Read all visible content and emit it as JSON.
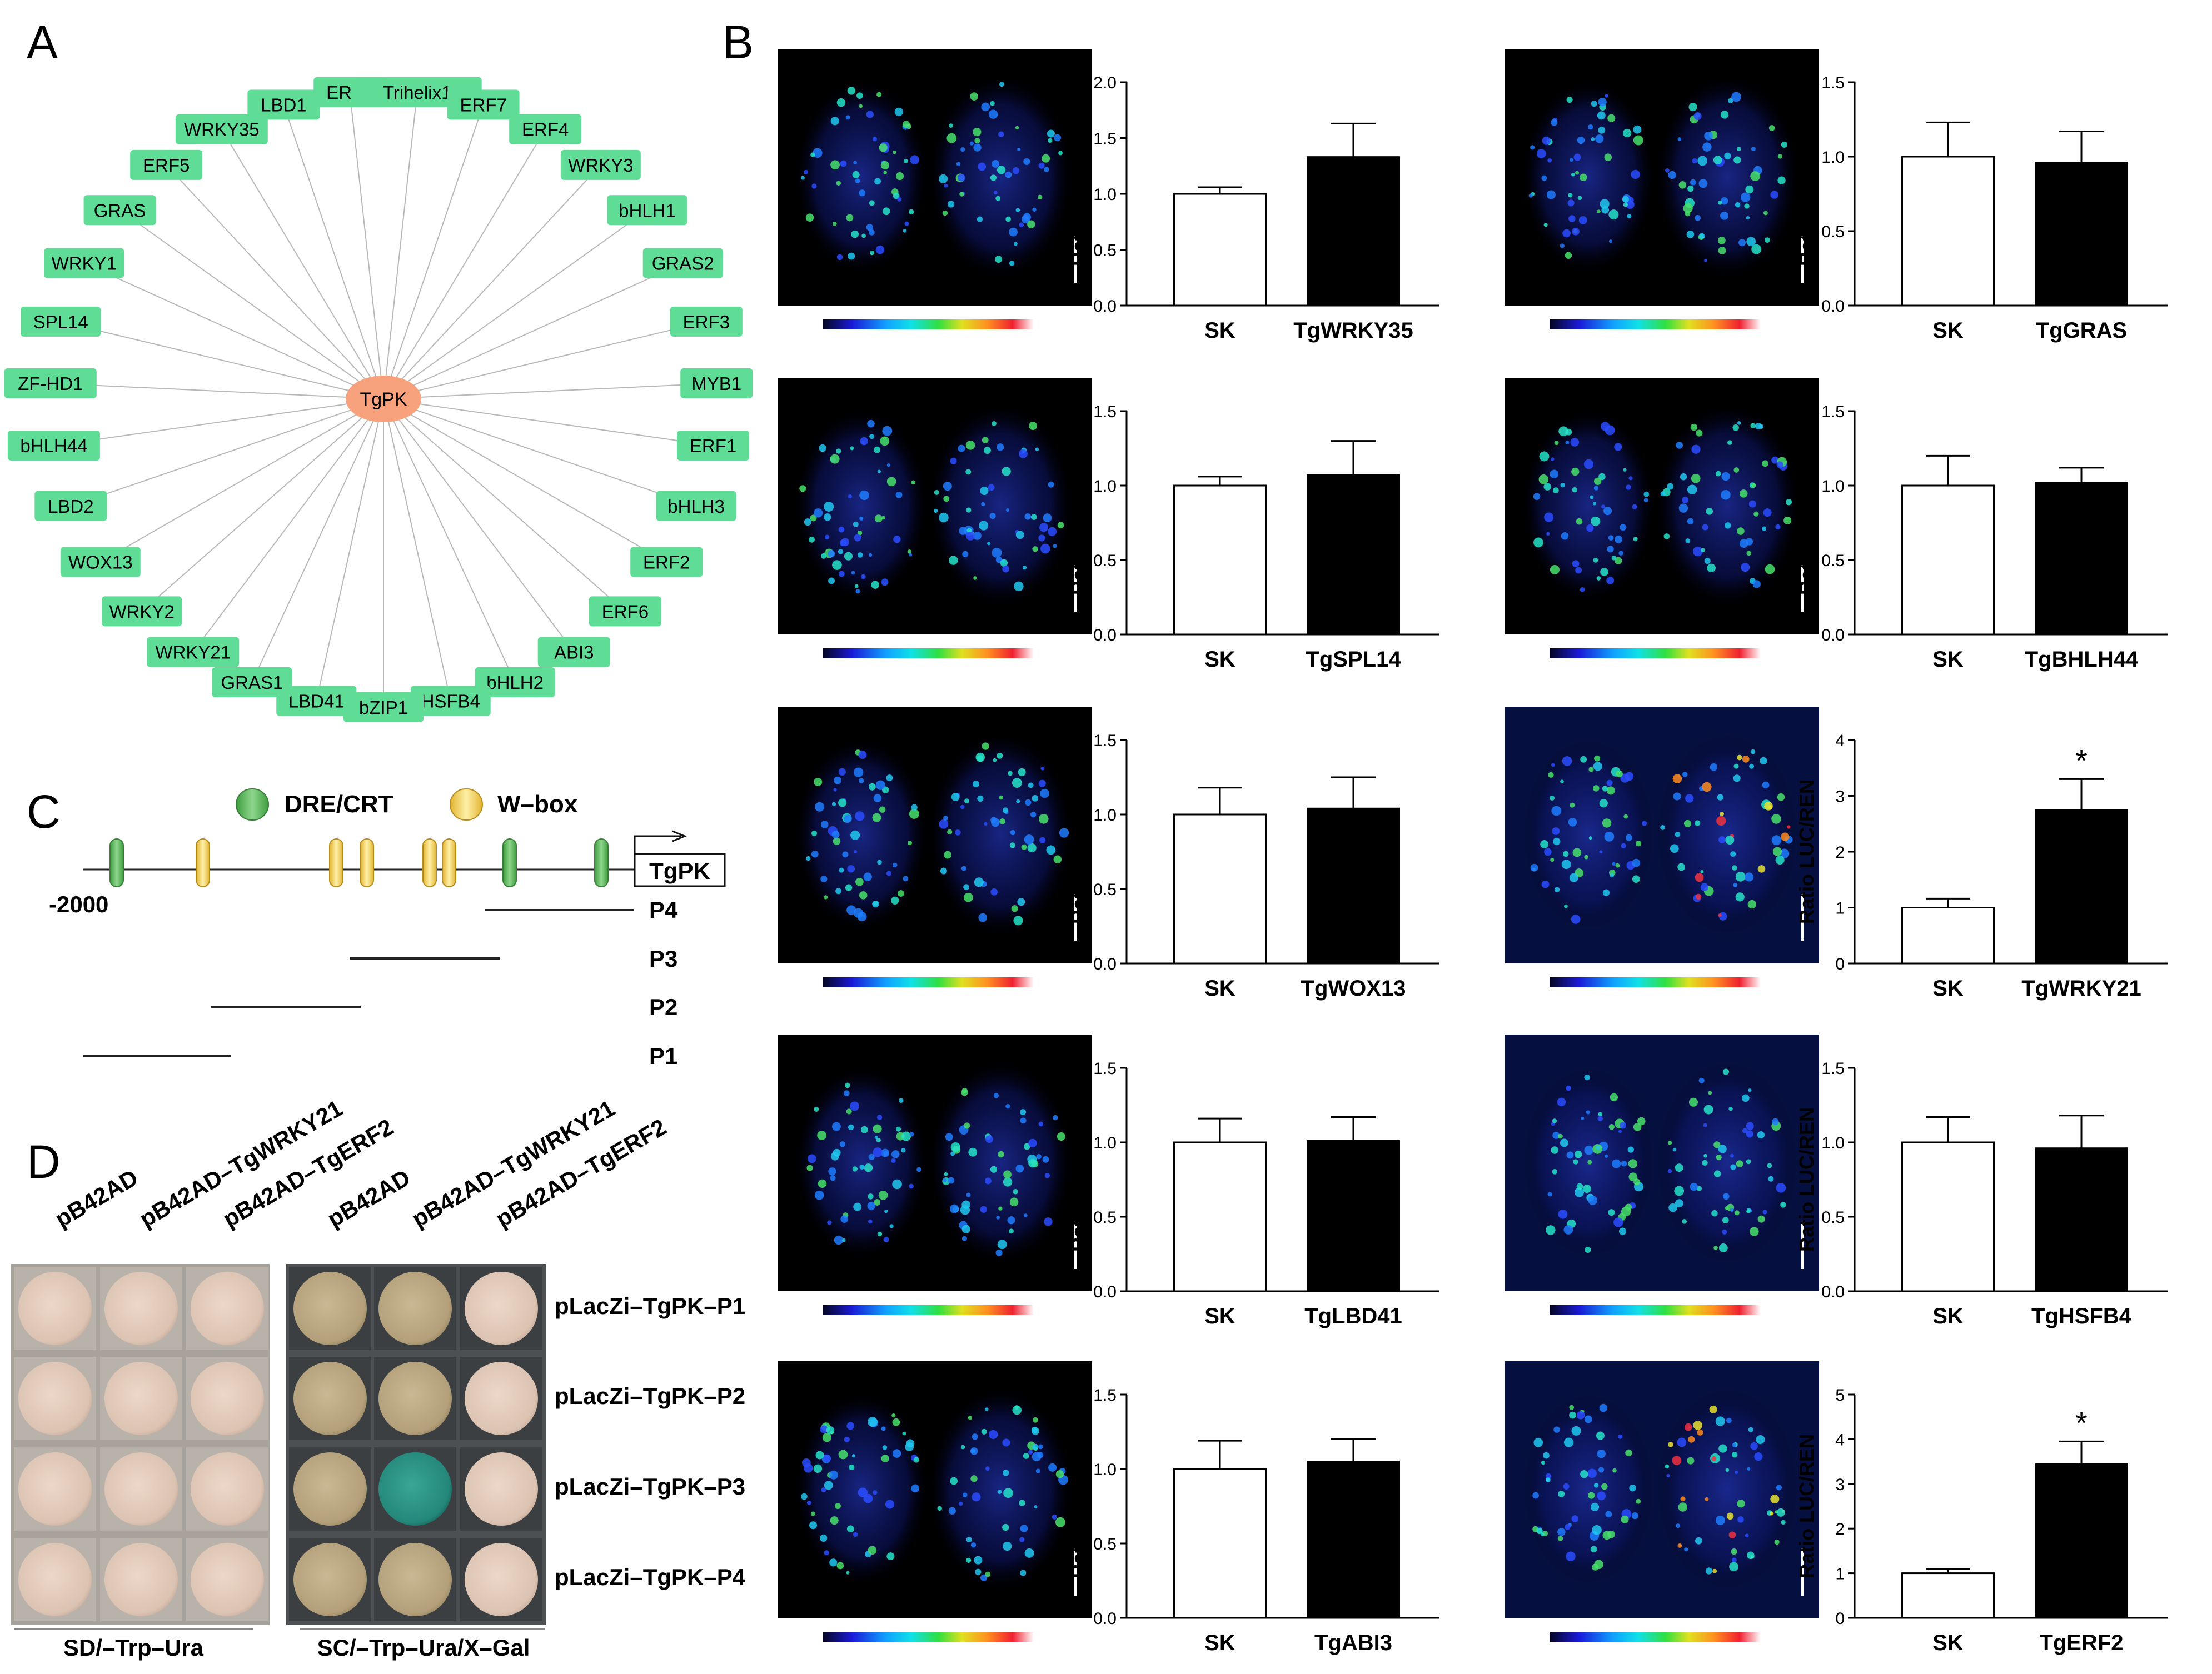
{
  "panel_letters": {
    "a": "A",
    "b": "B",
    "c": "C",
    "d": "D"
  },
  "panel_a": {
    "center": "TgPK",
    "nodes": [
      "LBD1",
      "ERF8",
      "Trihelix1",
      "ERF7",
      "ERF4",
      "WRKY3",
      "bHLH1",
      "GRAS2",
      "ERF3",
      "MYB1",
      "ERF1",
      "bHLH3",
      "ERF2",
      "ERF6",
      "ABI3",
      "bHLH2",
      "HSFB4",
      "bZIP1",
      "LBD41",
      "GRAS1",
      "WRKY21",
      "WRKY2",
      "WOX13",
      "LBD2",
      "bHLH44",
      "ZF-HD1",
      "SPL14",
      "WRKY1",
      "GRAS",
      "ERF5",
      "WRKY35"
    ],
    "colors": {
      "node": "#5fdc96",
      "center": "#f7a27c",
      "edge": "#b8b8b8"
    }
  },
  "panel_c": {
    "legend": {
      "dre": "DRE/CRT",
      "wbox": "W–box"
    },
    "gene": "TgPK",
    "position_label": "-2000",
    "fragments": [
      "P4",
      "P3",
      "P2",
      "P1"
    ],
    "colors": {
      "dre": "#5cb55c",
      "wbox": "#f3d35a"
    }
  },
  "panel_d": {
    "column_labels": [
      "pB42AD",
      "pB42AD–TgWRKY21",
      "pB42AD–TgERF2",
      "pB42AD",
      "pB42AD–TgWRKY21",
      "pB42AD–TgERF2"
    ],
    "row_labels": [
      "pLacZi–TgPK–P1",
      "pLacZi–TgPK–P2",
      "pLacZi–TgPK–P3",
      "pLacZi–TgPK–P4"
    ],
    "group_labels": [
      "SD/–Trp–Ura",
      "SC/–Trp–Ura/X–Gal"
    ],
    "colors": {
      "sd_bg": "#a8a29c",
      "sc_bg": "#4c5053",
      "blue_colony": "#2e8f82"
    }
  },
  "chart_data": [
    {
      "type": "bar",
      "categories": [
        "SK",
        "TgWRKY35"
      ],
      "values": [
        1.0,
        1.33
      ],
      "errors": [
        0.06,
        0.3
      ],
      "ylabel": "Ratio LUC/REN",
      "ylim": [
        0,
        2.0
      ],
      "yticks": [
        "0.0",
        "0.5",
        "1.0",
        "1.5",
        "2.0"
      ],
      "significance": [
        "",
        ""
      ]
    },
    {
      "type": "bar",
      "categories": [
        "SK",
        "TgGRAS"
      ],
      "values": [
        1.0,
        0.96
      ],
      "errors": [
        0.23,
        0.21
      ],
      "ylabel": "Ratio LUC/REN",
      "ylim": [
        0,
        1.5
      ],
      "yticks": [
        "0.0",
        "0.5",
        "1.0",
        "1.5"
      ],
      "significance": [
        "",
        ""
      ]
    },
    {
      "type": "bar",
      "categories": [
        "SK",
        "TgSPL14"
      ],
      "values": [
        1.0,
        1.07
      ],
      "errors": [
        0.06,
        0.23
      ],
      "ylabel": "Ratio LUC/REN",
      "ylim": [
        0,
        1.5
      ],
      "yticks": [
        "0.0",
        "0.5",
        "1.0",
        "1.5"
      ],
      "significance": [
        "",
        ""
      ]
    },
    {
      "type": "bar",
      "categories": [
        "SK",
        "TgBHLH44"
      ],
      "values": [
        1.0,
        1.02
      ],
      "errors": [
        0.2,
        0.1
      ],
      "ylabel": "Ratio LUC/REN",
      "ylim": [
        0,
        1.5
      ],
      "yticks": [
        "0.0",
        "0.5",
        "1.0",
        "1.5"
      ],
      "significance": [
        "",
        ""
      ]
    },
    {
      "type": "bar",
      "categories": [
        "SK",
        "TgWOX13"
      ],
      "values": [
        1.0,
        1.04
      ],
      "errors": [
        0.18,
        0.21
      ],
      "ylabel": "Ratio LUC/REN",
      "ylim": [
        0,
        1.5
      ],
      "yticks": [
        "0.0",
        "0.5",
        "1.0",
        "1.5"
      ],
      "significance": [
        "",
        ""
      ]
    },
    {
      "type": "bar",
      "categories": [
        "SK",
        "TgWRKY21"
      ],
      "values": [
        1.0,
        2.75
      ],
      "errors": [
        0.16,
        0.55
      ],
      "ylabel": "Ratio LUC/REN",
      "ylim": [
        0,
        4
      ],
      "yticks": [
        "0",
        "1",
        "2",
        "3",
        "4"
      ],
      "significance": [
        "",
        "*"
      ]
    },
    {
      "type": "bar",
      "categories": [
        "SK",
        "TgLBD41"
      ],
      "values": [
        1.0,
        1.01
      ],
      "errors": [
        0.16,
        0.16
      ],
      "ylabel": "Ratio LUC/REN",
      "ylim": [
        0,
        1.5
      ],
      "yticks": [
        "0.0",
        "0.5",
        "1.0",
        "1.5"
      ],
      "significance": [
        "",
        ""
      ]
    },
    {
      "type": "bar",
      "categories": [
        "SK",
        "TgHSFB4"
      ],
      "values": [
        1.0,
        0.96
      ],
      "errors": [
        0.17,
        0.22
      ],
      "ylabel": "Ratio LUC/REN",
      "ylim": [
        0,
        1.5
      ],
      "yticks": [
        "0.0",
        "0.5",
        "1.0",
        "1.5"
      ],
      "significance": [
        "",
        ""
      ]
    },
    {
      "type": "bar",
      "categories": [
        "SK",
        "TgABI3"
      ],
      "values": [
        1.0,
        1.05
      ],
      "errors": [
        0.19,
        0.15
      ],
      "ylabel": "Ratio LUC/REN",
      "ylim": [
        0,
        1.5
      ],
      "yticks": [
        "0.0",
        "0.5",
        "1.0",
        "1.5"
      ],
      "significance": [
        "",
        ""
      ]
    },
    {
      "type": "bar",
      "categories": [
        "SK",
        "TgERF2"
      ],
      "values": [
        1.0,
        3.45
      ],
      "errors": [
        0.09,
        0.5
      ],
      "ylabel": "Ratio LUC/REN",
      "ylim": [
        0,
        5
      ],
      "yticks": [
        "0",
        "1",
        "2",
        "3",
        "4",
        "5"
      ],
      "significance": [
        "",
        "*"
      ]
    }
  ]
}
